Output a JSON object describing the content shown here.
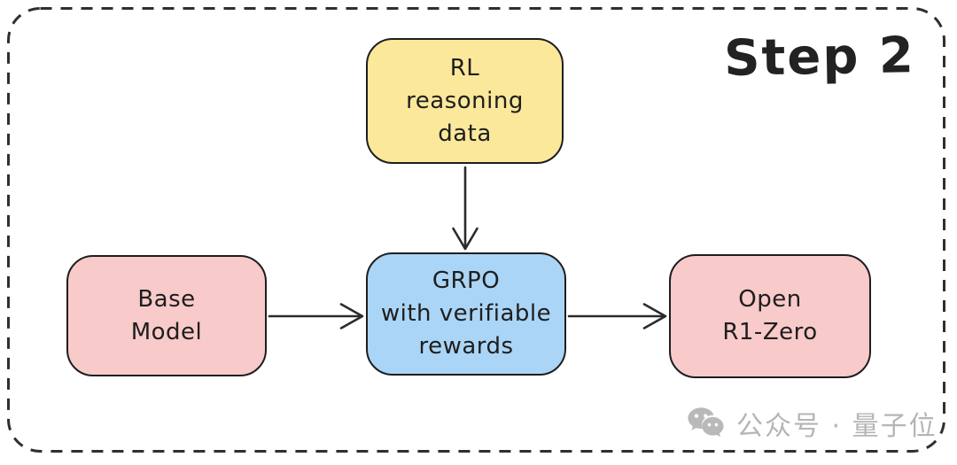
{
  "title": "Step 2",
  "diagram": {
    "type": "flowchart",
    "nodes": {
      "rl_data": {
        "lines": [
          "RL",
          "reasoning",
          "data"
        ],
        "fill": "#fbe89b",
        "shape": "rounded-rect"
      },
      "grpo": {
        "lines": [
          "GRPO",
          "with verifiable",
          "rewards"
        ],
        "fill": "#abd5f6",
        "shape": "rounded-rect"
      },
      "base_model": {
        "lines": [
          "Base",
          "Model"
        ],
        "fill": "#f8caca",
        "shape": "rounded-rect"
      },
      "open_r1_zero": {
        "lines": [
          "Open",
          "R1-Zero"
        ],
        "fill": "#f8caca",
        "shape": "rounded-rect"
      }
    },
    "edges": [
      {
        "from": "rl_data",
        "to": "grpo",
        "direction": "down",
        "style": "solid-arrow"
      },
      {
        "from": "base_model",
        "to": "grpo",
        "direction": "right",
        "style": "solid-arrow"
      },
      {
        "from": "grpo",
        "to": "open_r1_zero",
        "direction": "right",
        "style": "solid-arrow"
      }
    ]
  },
  "watermark": {
    "icon": "wechat-icon",
    "text": "公众号 · 量子位",
    "color": "#b5b5b5"
  },
  "colors": {
    "background": "#ffffff",
    "stroke": "#1e1e1e",
    "frame_dash": "#2f2f2f",
    "yellow": "#fbe89b",
    "blue": "#abd5f6",
    "pink": "#f8caca",
    "title_text": "#222222"
  }
}
